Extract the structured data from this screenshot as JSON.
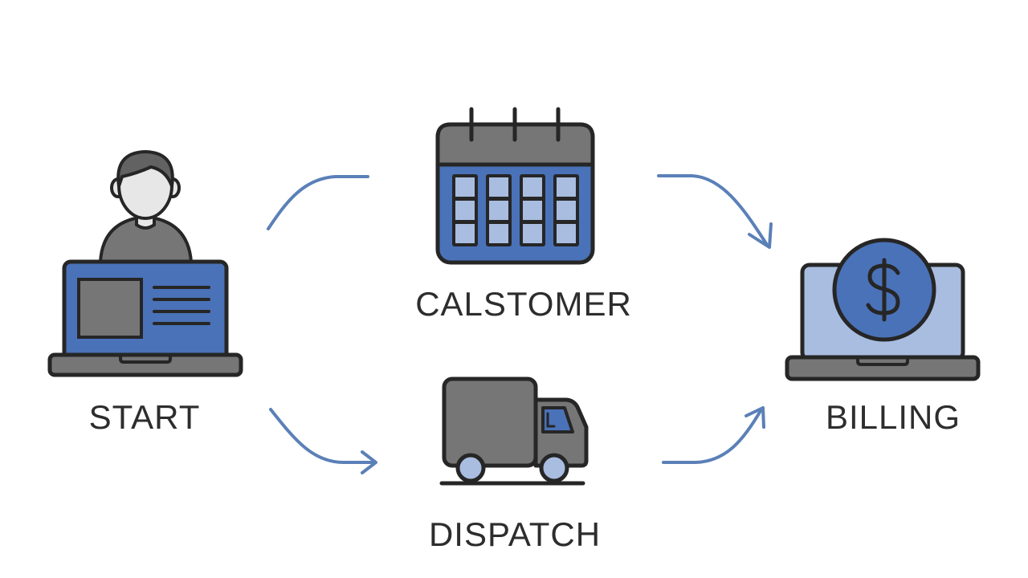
{
  "colors": {
    "outline": "#262626",
    "blue": "#4a72b8",
    "light_blue": "#a9bde0",
    "gray": "#767676",
    "light_gray": "#e7e7e7",
    "arrow": "#5b80b8"
  },
  "nodes": {
    "start": {
      "label": "START",
      "icon": "user-at-laptop-icon"
    },
    "calendar": {
      "label": "CALSTOMER",
      "icon": "calendar-icon"
    },
    "dispatch": {
      "label": "DISPATCH",
      "icon": "delivery-truck-icon"
    },
    "billing": {
      "label": "BILLING",
      "icon": "laptop-dollar-icon"
    }
  },
  "connections": [
    {
      "from": "start",
      "to": "calendar",
      "arrowhead": false
    },
    {
      "from": "calendar",
      "to": "billing",
      "arrowhead": true
    },
    {
      "from": "start",
      "to": "dispatch",
      "arrowhead": true
    },
    {
      "from": "dispatch",
      "to": "billing",
      "arrowhead": true
    }
  ]
}
